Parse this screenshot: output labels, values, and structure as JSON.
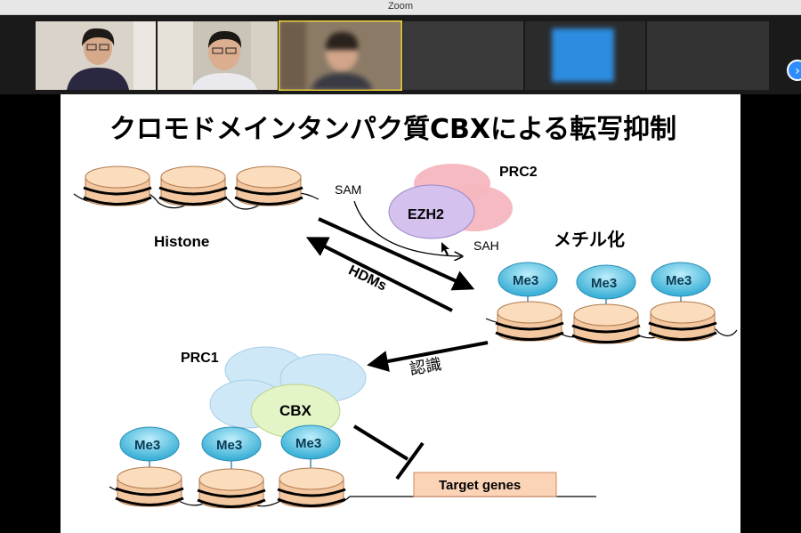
{
  "window": {
    "title": "Zoom"
  },
  "participants": [
    {
      "name": ""
    },
    {
      "name": ""
    },
    {
      "name": ""
    },
    {
      "name": ""
    },
    {
      "name": ""
    },
    {
      "name": ""
    }
  ],
  "next_page_icon": "chevron-right-icon",
  "slide": {
    "title": "クロモドメインタンパク質CBXによる転写抑制",
    "labels": {
      "sam": "SAM",
      "sah": "SAH",
      "prc2": "PRC2",
      "ezh2": "EZH2",
      "histone": "Histone",
      "hdms": "HDMs",
      "methylation": "メチル化",
      "prc1": "PRC1",
      "cbx": "CBX",
      "recognition": "認識",
      "target_genes": "Target genes",
      "me3": "Me3"
    }
  }
}
